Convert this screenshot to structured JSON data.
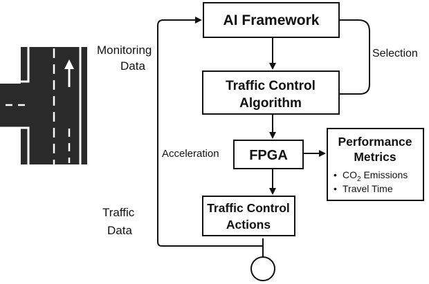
{
  "boxes": {
    "ai_framework": "AI Framework",
    "traffic_control_algorithm": [
      "Traffic Control",
      "Algorithm"
    ],
    "fpga": "FPGA",
    "traffic_control_actions": [
      "Traffic Control",
      "Actions"
    ],
    "performance_metrics": {
      "title": [
        "Performance",
        "Metrics"
      ],
      "items": [
        {
          "main": "CO",
          "sub": "2",
          "rest": " Emissions"
        },
        {
          "main": "Travel Time",
          "sub": "",
          "rest": ""
        }
      ]
    }
  },
  "edge_labels": {
    "monitoring_data": [
      "Monitoring",
      "Data"
    ],
    "selection": "Selection",
    "acceleration": "Acceleration",
    "traffic_data": [
      "Traffic",
      "Data"
    ]
  },
  "bullet_glyph": "•",
  "colors": {
    "stroke": "#111111",
    "road": "#2a2a2a",
    "lane_marking": "#ffffff",
    "background": "#ffffff"
  }
}
